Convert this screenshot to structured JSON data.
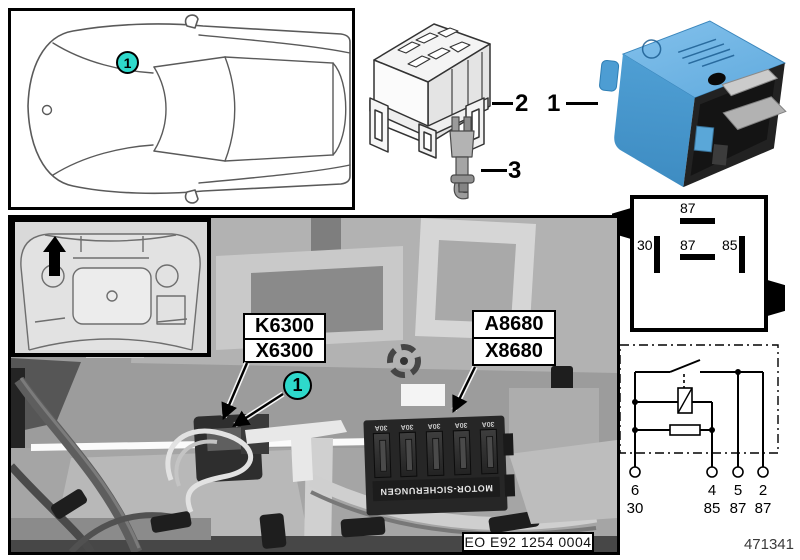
{
  "doc": {
    "footer_ref": "471341",
    "photo_image_ref": "EO E92 1254 0004"
  },
  "location_panel": {
    "callout": "1"
  },
  "items": {
    "relay_label": "1",
    "socket_label": "2",
    "pin_connector_label": "3"
  },
  "pin_diagram": {
    "top_pin": "87",
    "left_pin": "30",
    "mid_pin": "87",
    "right_pin": "85"
  },
  "schematic": {
    "terminals": [
      {
        "pin": "6",
        "terminal": "30"
      },
      {
        "pin": "4",
        "terminal": "85"
      },
      {
        "pin": "5",
        "terminal": "87"
      },
      {
        "pin": "2",
        "terminal": "87"
      }
    ],
    "ref_number": "471341"
  },
  "photo": {
    "callout": "1",
    "relay_tag": {
      "line1": "K6300",
      "line2": "X6300"
    },
    "fusebox_tag": {
      "line1": "A8680",
      "line2": "X8680"
    },
    "fusebox": {
      "fuse_rating": "30A",
      "fuse_count": 5,
      "panel_text": "MOTOR-SICHERUNGEN"
    },
    "image_ref": "EO E92 1254 0004"
  },
  "colors": {
    "callout_fill": "#2ed9cb",
    "relay_blue": "#4796cb"
  }
}
